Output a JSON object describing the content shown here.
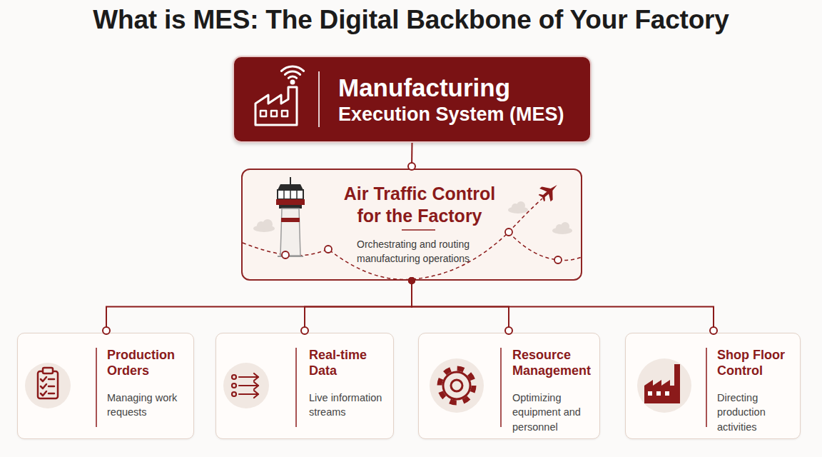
{
  "diagram": {
    "title": "What is MES: The Digital Backbone of Your Factory",
    "nodes": [
      {
        "text": [
          "Manufacturing Execution System (MES)"
        ]
      },
      {
        "text": [
          "Air Traffic Control for the Factory",
          "Orchestrating and routing manufacturing operations"
        ]
      },
      {
        "text": [
          "Production Orders",
          "Managing work requests"
        ]
      },
      {
        "text": [
          "Real-time Data",
          "Live information streams"
        ]
      },
      {
        "text": [
          "Resource Management",
          "Optimizing equipment and personnel"
        ]
      },
      {
        "text": [
          "Shop Floor Control",
          "Directing production activities"
        ]
      }
    ],
    "edges": [
      {
        "from": 0,
        "to": 1,
        "arrow": "none"
      },
      {
        "from": 1,
        "to": 2,
        "arrow": "none"
      },
      {
        "from": 1,
        "to": 3,
        "arrow": "none"
      },
      {
        "from": 1,
        "to": 4,
        "arrow": "none"
      },
      {
        "from": 1,
        "to": 5,
        "arrow": "none"
      }
    ]
  }
}
